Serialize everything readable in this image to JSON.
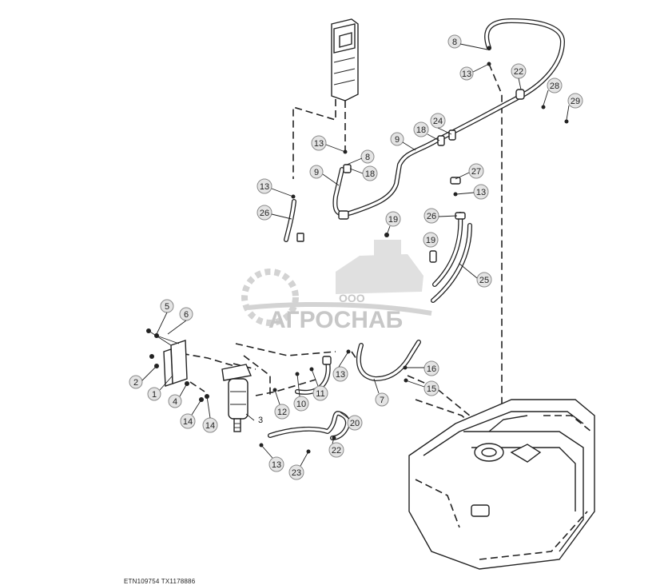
{
  "footer": {
    "codes": "ETN109754   TX1178886"
  },
  "watermark": {
    "company_prefix": "ООО",
    "company_name": "АГРОСНАБ"
  },
  "callouts": {
    "c8_top": "8",
    "c13_top": "13",
    "c22_top": "22",
    "c28": "28",
    "c29": "29",
    "c24": "24",
    "c18_mid": "18",
    "c9_mid": "9",
    "c13_a": "13",
    "c8_mid": "8",
    "c9_left": "9",
    "c18_left": "18",
    "c13_left": "13",
    "c26_left": "26",
    "c19": "19",
    "c27": "27",
    "c13_r": "13",
    "c26_r": "26",
    "c19_r": "19",
    "c25": "25",
    "c5": "5",
    "c6": "6",
    "c2": "2",
    "c1": "1",
    "c4": "4",
    "c14_a": "14",
    "c14_b": "14",
    "c3": "3",
    "c12": "12",
    "c10": "10",
    "c11": "11",
    "c13_low": "13",
    "c7": "7",
    "c16": "16",
    "c15": "15",
    "c20": "20",
    "c22_low": "22",
    "c13_bot": "13",
    "c23": "23"
  }
}
